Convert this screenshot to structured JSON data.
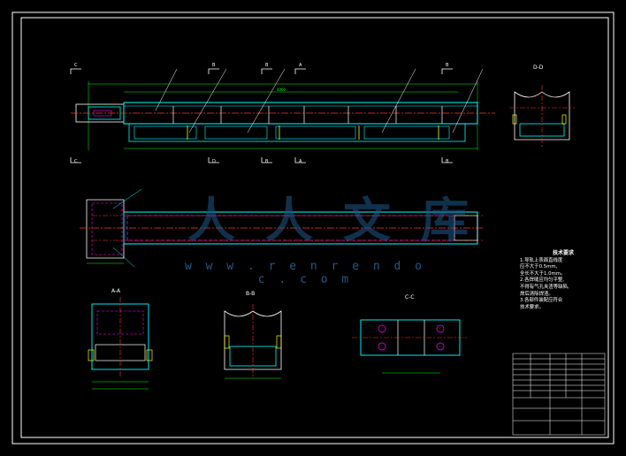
{
  "section_labels": {
    "a": "A-A",
    "b": "B-B",
    "c": "C-C",
    "d": "D-D"
  },
  "cut_marks": [
    "C",
    "B",
    "B",
    "A",
    "B",
    "C",
    "D",
    "B",
    "A",
    "B"
  ],
  "notes": {
    "title": "技术要求",
    "lines": [
      "1.导轨上表面直线度",
      "应不大于0.5mm,",
      "全长不大于1.0mm。",
      "2.各焊缝应均匀平整,",
      "不得有气孔夹渣等缺陷,",
      "焊后清除焊渣。",
      "3.各部件装配应符合",
      "技术要求。"
    ]
  },
  "watermark": {
    "url": "w w w . r e n r e n d o c . c o m",
    "cn": "人人文库"
  },
  "colors": {
    "background": "#000000",
    "outline": "#ffffff",
    "structure": "#00ffff",
    "center": "#ff3030",
    "hidden": "#ff00ff",
    "accent": "#ffff00",
    "dim": "#00ff00"
  }
}
